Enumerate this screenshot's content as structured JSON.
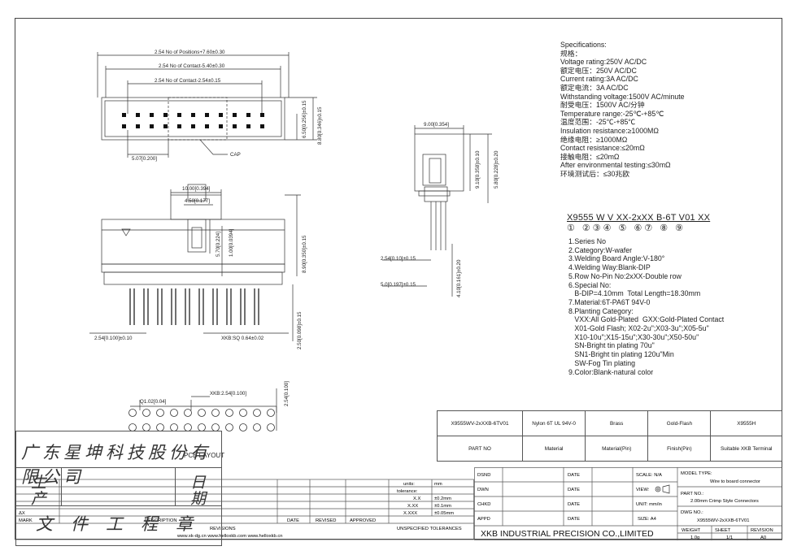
{
  "specs": {
    "title": "Specifications:",
    "lines": [
      "规格：",
      "Voltage rating:250V AC/DC",
      "额定电压：250V AC/DC",
      "Current rating:3A AC/DC",
      "额定电流：3A AC/DC",
      "Withstanding voltage:1500V AC/minute",
      "耐受电压：1500V AC/分钟",
      "Temperature range:-25℃-+85℃",
      "温度范围：-25℃-+85℃",
      "Insulation resistance:≥1000MΩ",
      "绝缘电阻：≥1000MΩ",
      "Contact resistance:≤20mΩ",
      "接触电阻：≤20mΩ",
      "After environmental testing:≤30mΩ",
      "环境测试后：≤30兆欧"
    ]
  },
  "part_number": {
    "code": "X9555 W V XX-2xXX B-6T V01 XX",
    "index": "①   ②③④   ⑤  ⑥⑦  ⑧  ⑨",
    "legend": [
      "1.Series No",
      "2.Category:W-wafer",
      "3.Welding Board Angle:V-180°",
      "4.Welding Way:Blank-DIP",
      "5.Row No-Pin No:2xXX-Double row",
      "6.Special No:",
      "   B-DIP=4.10mm  Total Length=18.30mm",
      "7.Material:6T-PA6T 94V-0",
      "8.Planting Category:",
      "   VXX:All Gold-Plated  GXX:Gold-Plated Contact",
      "   X01-Gold Flash; X02-2u\";X03-3u\";X05-5u\"",
      "   X10-10u\";X15-15u\";X30-30u\";X50-50u\"",
      "   SN-Bright tin plating 70u\"",
      "   SN1-Bright tin plating 120u\"Min",
      "   SW-Fog Tin plating",
      "9.Color:Blank-natural color"
    ]
  },
  "dims": {
    "d1": "2.54 No of Positions+7.60±0.30",
    "d2": "2.54 No of Contact-5.40±0.30",
    "d3": "2.54 No of Contact-2.54±0.15",
    "d4": "5.07[0.200]",
    "d5": "CAP",
    "d6": "6.50[0.256]±0.15",
    "d7": "8.80[0.346]±0.15",
    "d8": "10.00[0.394]",
    "d9": "4.50[0.177]",
    "d10": "5.70[0.224]",
    "d11": "1.00[0.0394]",
    "d12": "8.90[0.350]±0.15",
    "d13": "2.54[0.100]±0.10",
    "d14": "XKB:SQ 0.64±0.02",
    "d15": "2.50[0.098]±0.15",
    "d16": "9.00[0.354]",
    "d17": "9.10[0.358]±0.10",
    "d18": "5.80[0.228]±0.20",
    "d19": "2.54[0.10]±0.15",
    "d20": "5.0[0.197]±0.15",
    "d21": "4.10[0.161]±0.20",
    "d22": "Q1.02[0.04]",
    "d23": "XKB:2.54[0.100]",
    "d24": "2.54[0.100]",
    "layout": "PCB LAYOUT"
  },
  "info_table": {
    "row1": [
      "X9555WV-2xXXB-6TV01",
      "Nylon 6T UL 94V-0",
      "Brass",
      "Gold-Flash",
      "X9555H"
    ],
    "row2": [
      "PART NO",
      "Material",
      "Material(Pin)",
      "Finish(Pin)",
      "Suitable XKB Terminal"
    ]
  },
  "tolerance": {
    "units_label": "units:",
    "units_value": "mm",
    "tol_label": "tolerance:",
    "rows": [
      [
        "X.X",
        "±0.2mm"
      ],
      [
        "X.XX",
        "±0.1mm"
      ],
      [
        "X.XXX",
        "±0.05mm"
      ]
    ],
    "footer": "UNSPECIFIED TOLERANCES"
  },
  "sign": {
    "dsnd": "DSND",
    "dwn": "DWN",
    "chkd": "CHKD",
    "appd": "APPD",
    "date": "DATE",
    "scale": "SCALE: N/A",
    "view": "VIEW:",
    "unit": "UNIT: mm/in",
    "size": "SIZE: A4",
    "company": "XKB INDUSTRIAL PRECISION CO.,LIMITED"
  },
  "model": {
    "model_type_label": "MODEL TYPE:",
    "model_type_value": "Wire to board connector",
    "part_no_label": "PART NO.:",
    "part_no_value": "2.00mm Crimp Style Connectors",
    "dwg_no_label": "DWG NO.:",
    "dwg_no_value": "X9555WV-2xXXB-6TV01",
    "weight_label": "WEIGHT",
    "weight_value": "1.0g",
    "sheet_label": "SHEET",
    "sheet_value": "1/1",
    "revision_label": "REVISION",
    "revision_value": "A0"
  },
  "revisions": {
    "mark": "MARK",
    "desc": "DESCRIPTION",
    "date": "DATE",
    "revised": "REVISED",
    "approved": "APPROVED",
    "revisions": "REVISIONS",
    "ax": "ΔX",
    "website": "www.xk-dg.cn   www.helloxkb.com   www.helloxkb.cn"
  },
  "stamp": {
    "company_cn": "广东星坤科技股份有限公司",
    "sheng": "生",
    "chan": "产",
    "ri": "日",
    "qi": "期",
    "wenjian": "文件工程章"
  }
}
